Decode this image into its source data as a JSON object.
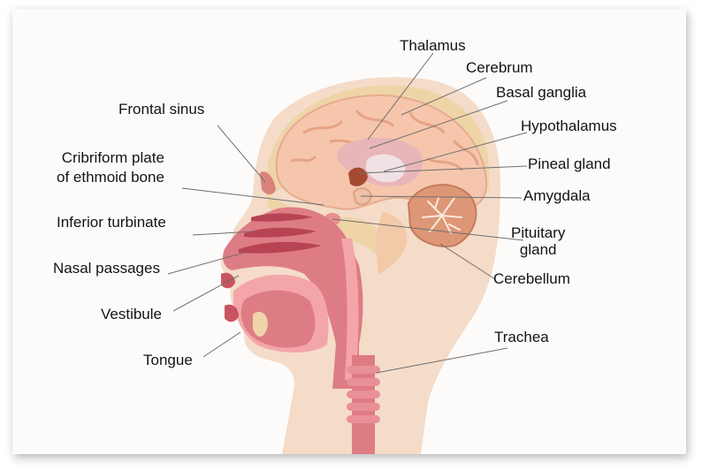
{
  "labels": {
    "thalamus": "Thalamus",
    "cerebrum": "Cerebrum",
    "basal_ganglia": "Basal ganglia",
    "hypothalamus": "Hypothalamus",
    "pineal_gland": "Pineal gland",
    "amygdala": "Amygdala",
    "pituitary_gland_line1": "Pituitary",
    "pituitary_gland_line2": "gland",
    "cerebellum": "Cerebellum",
    "trachea": "Trachea",
    "frontal_sinus": "Frontal sinus",
    "cribriform_line1": "Cribriform plate",
    "cribriform_line2": "of ethmoid bone",
    "inferior_turbinate": "Inferior turbinate",
    "nasal_passages": "Nasal passages",
    "vestibule": "Vestibule",
    "tongue": "Tongue"
  },
  "colors": {
    "skin": "#f4dcc9",
    "skull": "#efd4a8",
    "brain": "#f6c6ac",
    "brain_fold": "#e5a386",
    "thalamus": "#e8b6b8",
    "cerebellum": "#dd9776",
    "airway": "#de7c84",
    "airway_dark": "#b84453",
    "airway_light": "#f4a5aa",
    "leader_line": "#6f6f6f"
  }
}
